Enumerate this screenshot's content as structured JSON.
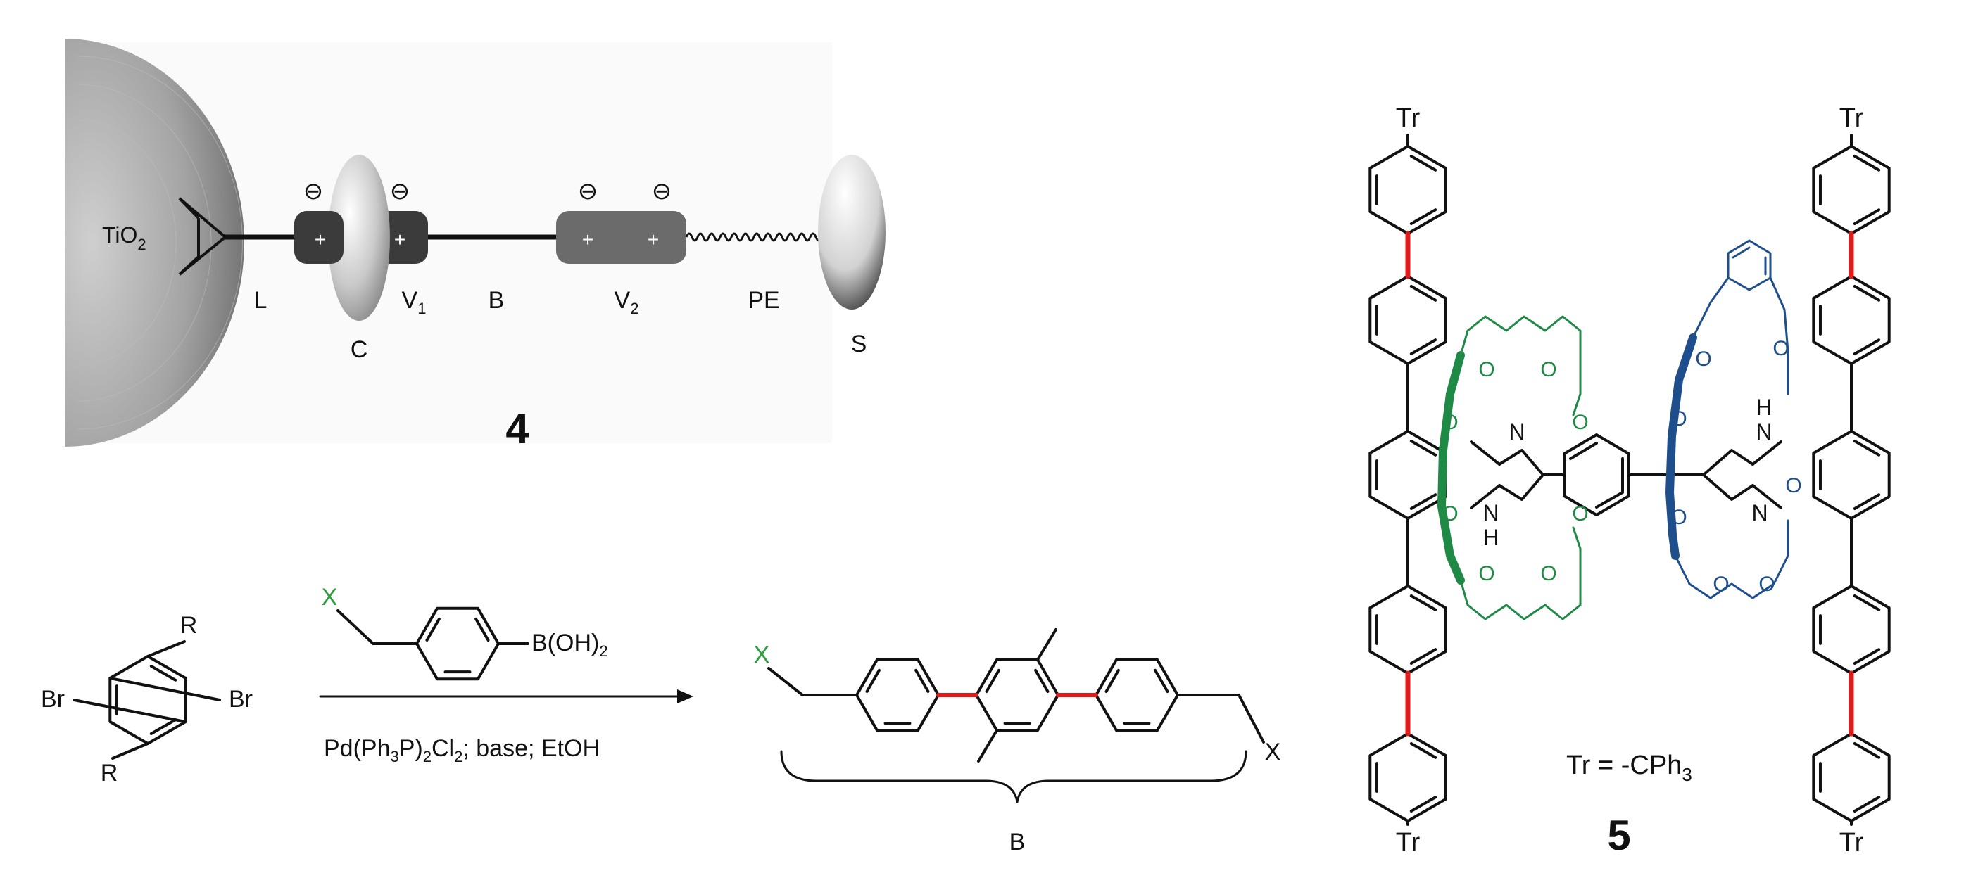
{
  "panel_4": {
    "compound_number": "4",
    "particle_label": "TiO",
    "particle_label_sub": "2",
    "charge_symbol": "⊖",
    "plus_symbol": "+",
    "labels": {
      "L": "L",
      "C": "C",
      "V1": "V",
      "V1_sub": "1",
      "B": "B",
      "V2": "V",
      "V2_sub": "2",
      "PE": "PE",
      "S": "S"
    }
  },
  "reaction": {
    "substituent_R": "R",
    "halogen": "Br",
    "reagent_X": "X",
    "boronic_acid": "B(OH)",
    "boronic_acid_sub": "2",
    "conditions": {
      "part1": "Pd(Ph",
      "sub1": "3",
      "part2": "P)",
      "sub2": "2",
      "part3": "Cl",
      "sub3": "2",
      "part4": "; base; EtOH"
    },
    "product_X": "X",
    "brace_label": "B"
  },
  "panel_5": {
    "compound_number": "5",
    "trityl": "Tr",
    "definition": {
      "text": "Tr = -CPh",
      "sub": "3"
    },
    "atom_O": "O",
    "atom_N": "N",
    "atom_H": "H"
  },
  "colors": {
    "green_crown": "#1e8a46",
    "blue_crown": "#1f4e8c",
    "highlight_bond": "#e01b1b",
    "x_green": "#2e9d3f",
    "stopper_dark": "#3b3b3b",
    "stopper_grey": "#6b6b6b"
  }
}
